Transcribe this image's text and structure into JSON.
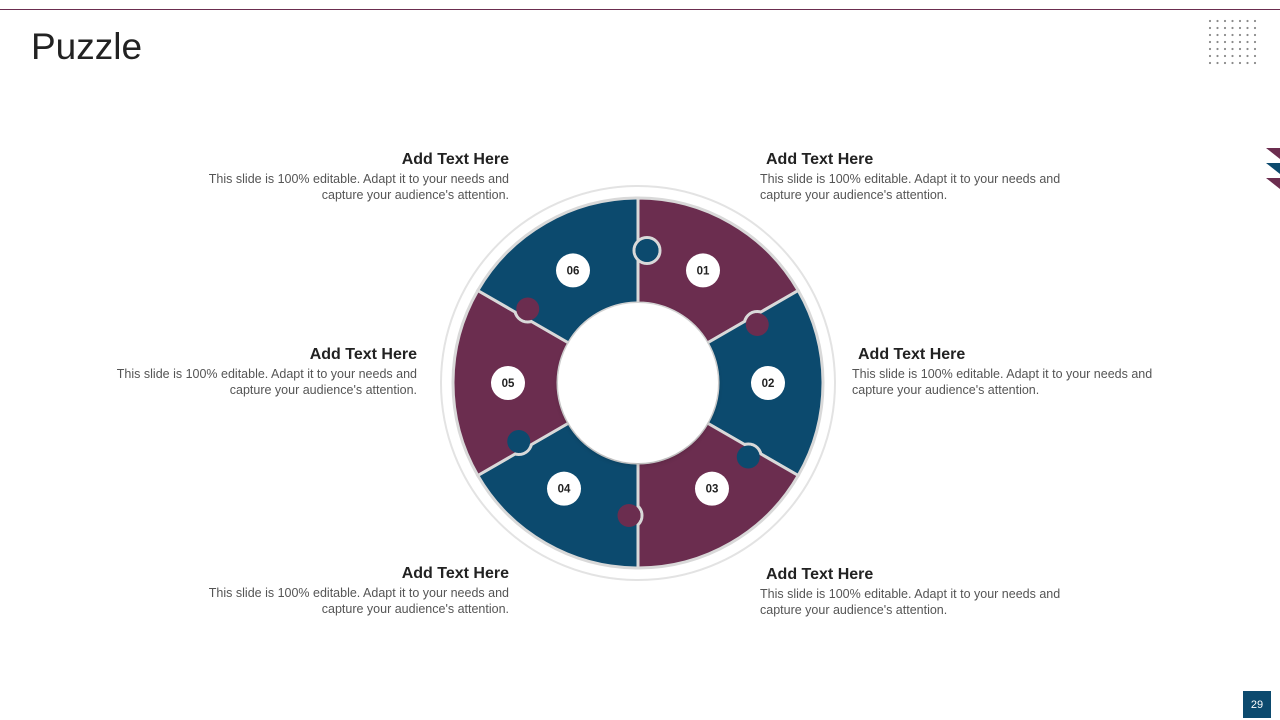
{
  "slide": {
    "title": "Puzzle",
    "page_number": "29"
  },
  "colors": {
    "maroon": "#6b2d4f",
    "teal": "#0c4a6e",
    "ring": "#e6e6e6"
  },
  "pieces": [
    {
      "number": "01",
      "color": "maroon"
    },
    {
      "number": "02",
      "color": "teal"
    },
    {
      "number": "03",
      "color": "maroon"
    },
    {
      "number": "04",
      "color": "teal"
    },
    {
      "number": "05",
      "color": "maroon"
    },
    {
      "number": "06",
      "color": "teal"
    }
  ],
  "items": [
    {
      "heading": "Add Text Here",
      "body": "This slide is 100% editable. Adapt it to your needs and capture your audience's attention."
    },
    {
      "heading": "Add Text Here",
      "body": "This slide is 100% editable. Adapt it to your needs and capture your audience's attention."
    },
    {
      "heading": "Add Text Here",
      "body": "This slide is 100% editable. Adapt it to your needs and capture your audience's attention."
    },
    {
      "heading": "Add Text Here",
      "body": "This slide is 100% editable. Adapt it to your needs and capture your audience's attention."
    },
    {
      "heading": "Add Text Here",
      "body": "This slide is 100% editable. Adapt it to your needs and capture your audience's attention."
    },
    {
      "heading": "Add Text Here",
      "body": "This slide is 100% editable. Adapt it to your needs and capture your audience's attention."
    }
  ]
}
